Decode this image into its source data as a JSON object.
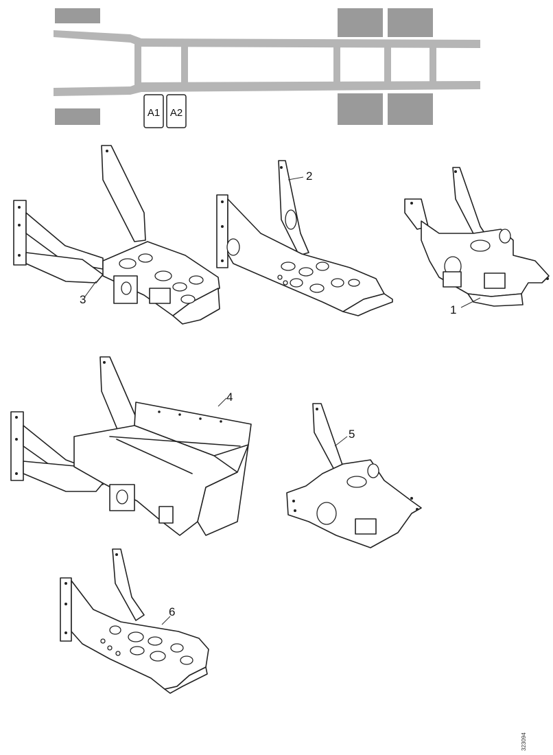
{
  "figure_code": "323094",
  "chassis_overview": {
    "tank_labels": [
      "A1",
      "A2"
    ]
  },
  "parts": [
    {
      "id": "1",
      "label": "1"
    },
    {
      "id": "2",
      "label": "2"
    },
    {
      "id": "3",
      "label": "3"
    },
    {
      "id": "4",
      "label": "4"
    },
    {
      "id": "5",
      "label": "5"
    },
    {
      "id": "6",
      "label": "6"
    }
  ]
}
